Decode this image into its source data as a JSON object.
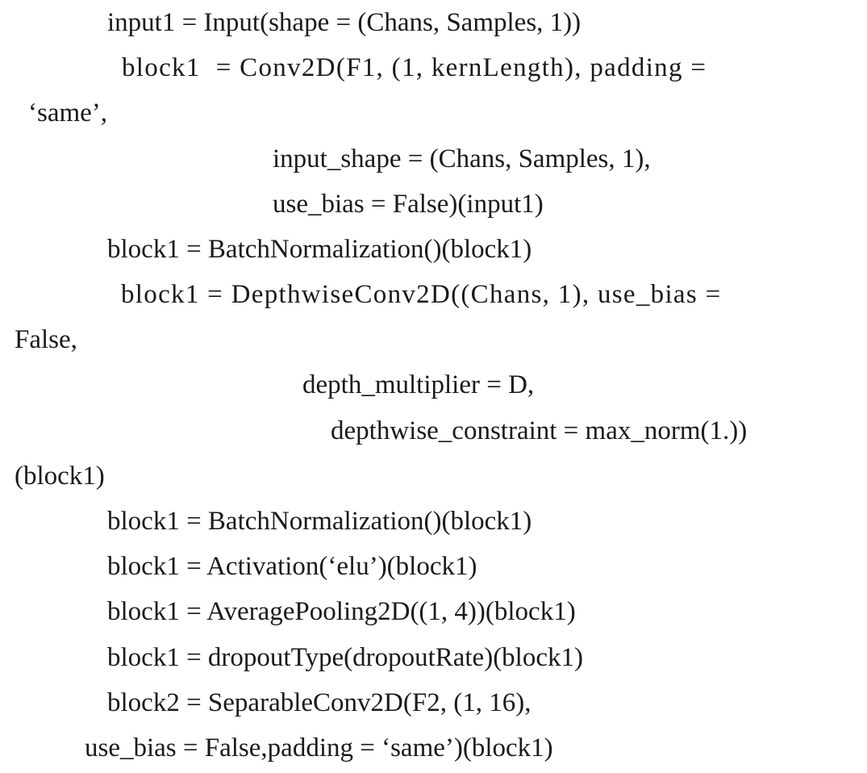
{
  "code_lines": [
    "input1 = Input(shape = (Chans, Samples, 1))",
    "block1  = Conv2D(F1, (1, kernLength), padding =",
    "‘same’,",
    "input_shape = (Chans, Samples, 1),",
    "use_bias = False)(input1)",
    "block1 = BatchNormalization()(block1)",
    "block1 = DepthwiseConv2D((Chans, 1), use_bias =",
    "False,",
    "depth_multiplier = D,",
    "depthwise_constraint = max_norm(1.))",
    "(block1)",
    "block1 = BatchNormalization()(block1)",
    "block1 = Activation(‘elu’)(block1)",
    "block1 = AveragePooling2D((1, 4))(block1)",
    "block1 = dropoutType(dropoutRate)(block1)",
    "block2 = SeparableConv2D(F2, (1, 16),",
    "use_bias = False,padding = ‘same’)(block1)"
  ]
}
